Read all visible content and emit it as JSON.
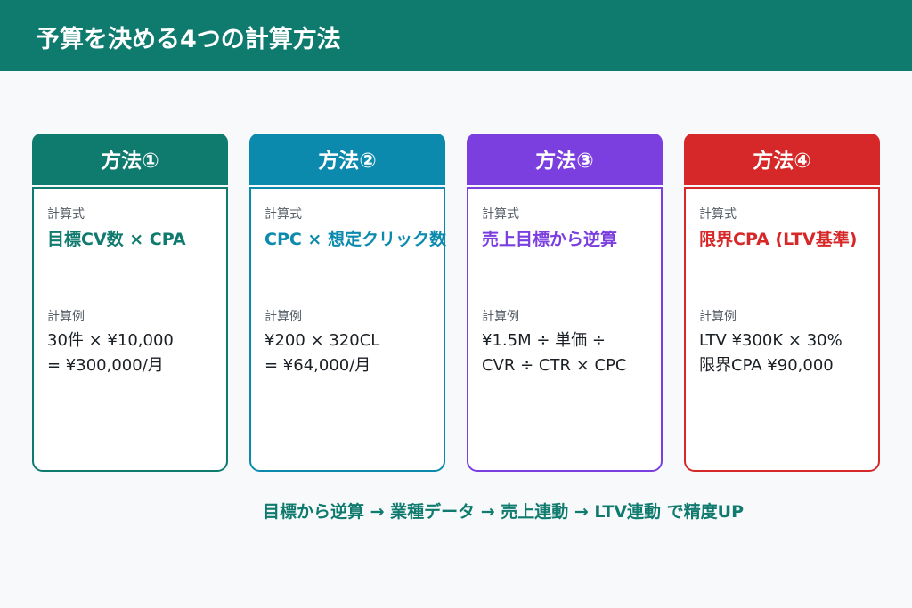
{
  "header": {
    "title": "予算を決める4つの計算方法"
  },
  "labels": {
    "formula": "計算式",
    "example": "計算例"
  },
  "methods": [
    {
      "title": "方法①",
      "formula": "目標CV数 × CPA",
      "example_line1": "30件 × ¥10,000",
      "example_line2": "= ¥300,000/月",
      "color": "#0f7a6e"
    },
    {
      "title": "方法②",
      "formula": "CPC × 想定クリック数",
      "example_line1": "¥200 × 320CL",
      "example_line2": "= ¥64,000/月",
      "color": "#0b8aad"
    },
    {
      "title": "方法③",
      "formula": "売上目標から逆算",
      "example_line1": "¥1.5M ÷ 単価 ÷",
      "example_line2": "CVR ÷ CTR × CPC",
      "color": "#7b3fe0"
    },
    {
      "title": "方法④",
      "formula": "限界CPA (LTV基準)",
      "example_line1": "LTV ¥300K × 30%",
      "example_line2": "限界CPA ¥90,000",
      "color": "#d62828"
    }
  ],
  "footer": {
    "text": "目標から逆算 → 業種データ → 売上連動 → LTV連動 で精度UP"
  }
}
